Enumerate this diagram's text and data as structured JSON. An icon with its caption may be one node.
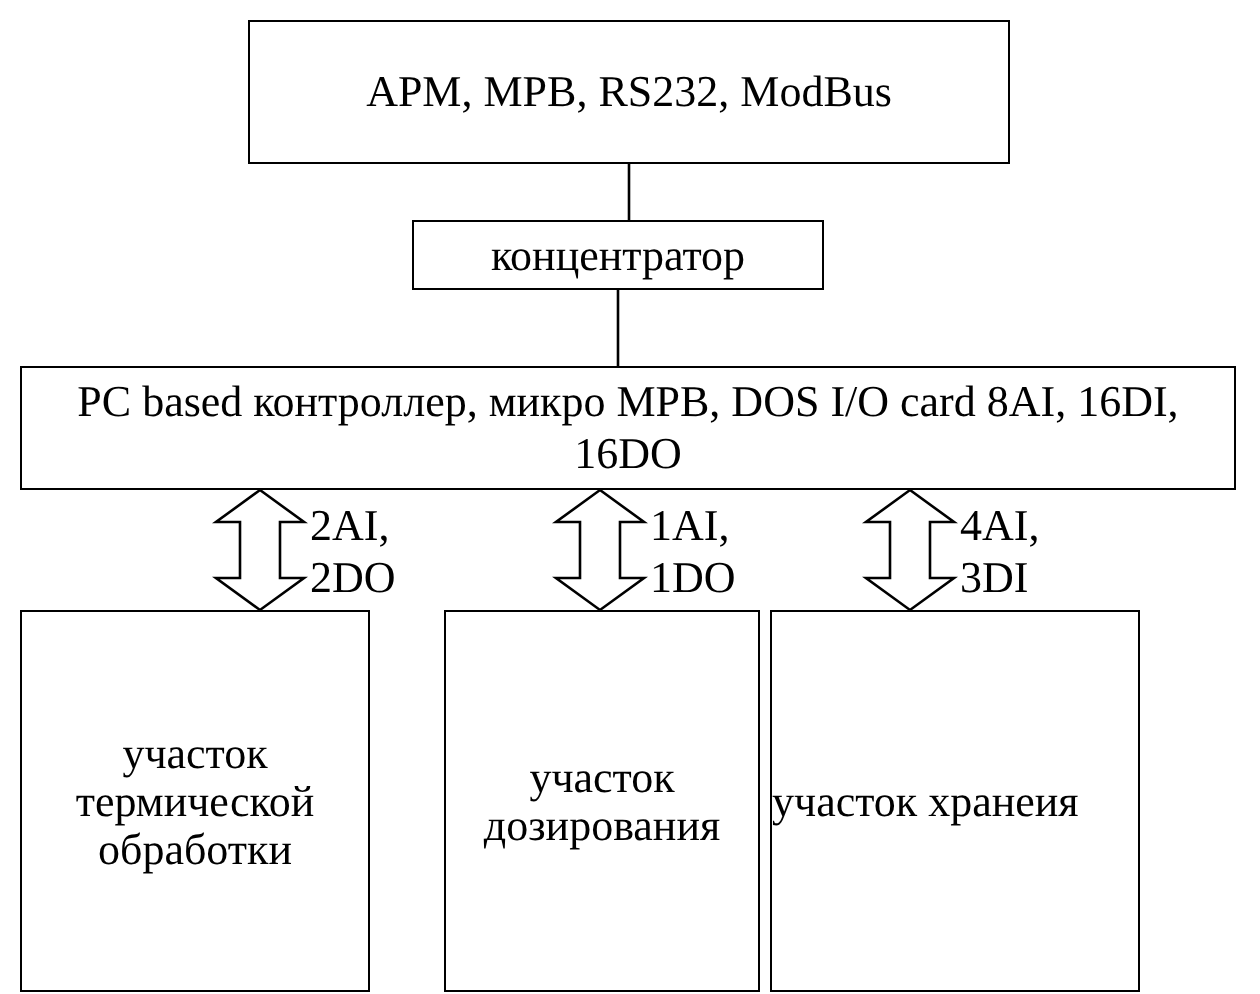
{
  "diagram": {
    "nodes": [
      {
        "text": [
          "АРМ, МРВ, RS232, ModBus"
        ]
      },
      {
        "text": [
          "концентратор"
        ]
      },
      {
        "text": [
          "PC based контроллер, микро МРВ, DOS I/O card 8AI, 16DI, 16DO"
        ]
      },
      {
        "text": [
          "участок термической обработки"
        ]
      },
      {
        "text": [
          "участок дозирования"
        ]
      },
      {
        "text": [
          "участок хранеия"
        ]
      }
    ],
    "edges": [
      {
        "from": 0,
        "to": 1,
        "arrow": "none"
      },
      {
        "from": 1,
        "to": 2,
        "arrow": "none"
      },
      {
        "from": 2,
        "to": 3,
        "arrow": "both",
        "label": "2AI, 2DO"
      },
      {
        "from": 2,
        "to": 4,
        "arrow": "both",
        "label": "1AI, 1DO"
      },
      {
        "from": 2,
        "to": 5,
        "arrow": "both",
        "label": "4AI, 3DI"
      }
    ]
  }
}
